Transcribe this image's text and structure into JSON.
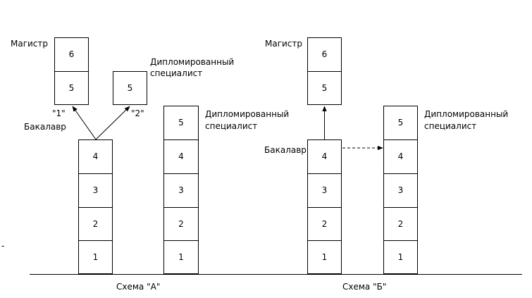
{
  "scheme_a": {
    "caption": "Схема \"А\"",
    "master_label": "Магистр",
    "bachelor_label": "Бакалавр",
    "specialist_top_label": [
      "Дипломированный",
      "специалист"
    ],
    "specialist_right_label": [
      "Дипломированный",
      "специалист"
    ],
    "path1_label": "\"1\"",
    "path2_label": "\"2\"",
    "bachelor_stack": [
      "1",
      "2",
      "3",
      "4"
    ],
    "master_stack": [
      "5",
      "6"
    ],
    "specialist_short_stack": [
      "5"
    ],
    "specialist_full_stack": [
      "1",
      "2",
      "3",
      "4",
      "5"
    ]
  },
  "scheme_b": {
    "caption": "Схема \"Б\"",
    "master_label": "Магистр",
    "bachelor_label": "Бакалавр",
    "specialist_label": [
      "Дипломированный",
      "специалист"
    ],
    "bachelor_stack": [
      "1",
      "2",
      "3",
      "4"
    ],
    "master_stack": [
      "5",
      "6"
    ],
    "specialist_full_stack": [
      "1",
      "2",
      "3",
      "4",
      "5"
    ]
  },
  "side_mark": "-"
}
